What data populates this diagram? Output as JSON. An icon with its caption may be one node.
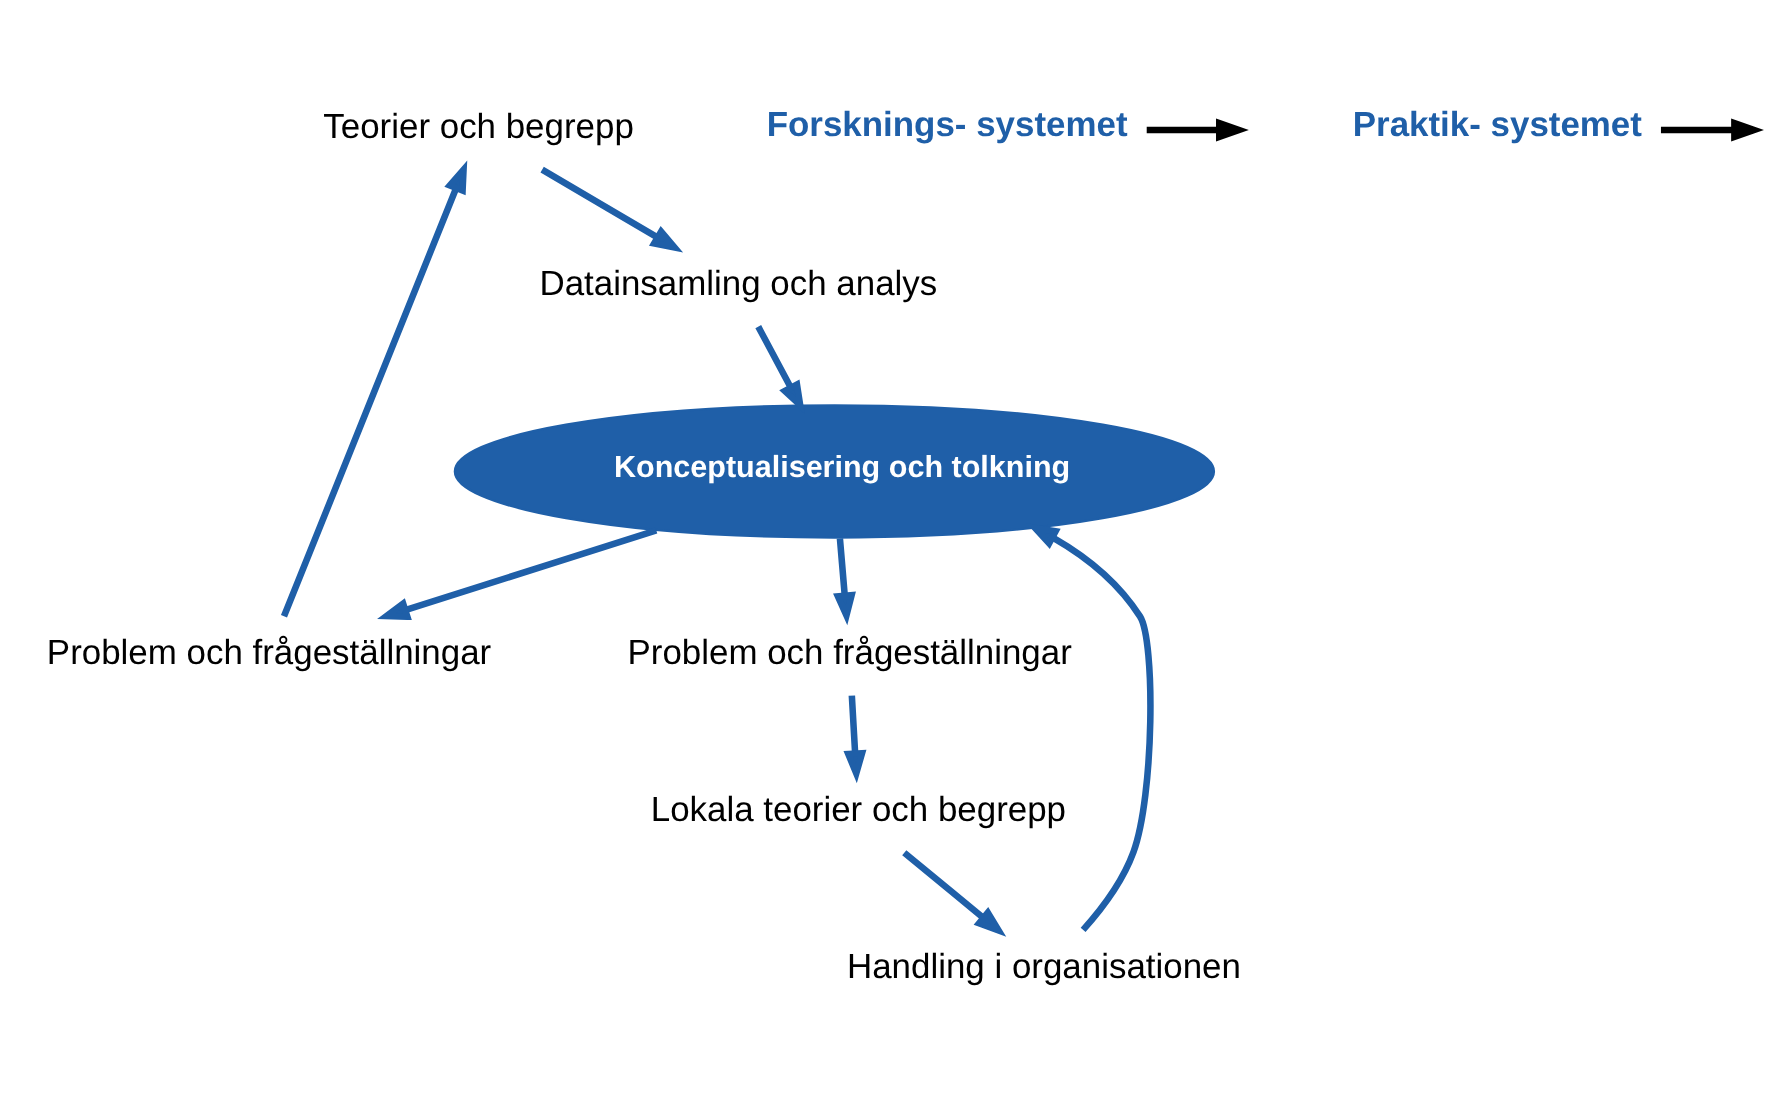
{
  "diagram": {
    "nodes": [
      {
        "text": [
          "Teorier och begrepp"
        ]
      },
      {
        "text": [
          "Problem och frågeställningar"
        ]
      },
      {
        "text": [
          "Datainsamling och analys"
        ]
      },
      {
        "text": [
          "Forsknings- systemet"
        ]
      },
      {
        "text": [
          "Praktik- systemet"
        ]
      },
      {
        "text": [
          "Konceptualisering och tolkning"
        ]
      },
      {
        "text": [
          "Problem och frågeställningar"
        ]
      },
      {
        "text": [
          "Handling i organisationen"
        ]
      },
      {
        "text": [
          "Lokala teorier och begrepp"
        ]
      }
    ],
    "edges": [
      {
        "from": 1,
        "to": 0,
        "arrow": "to"
      },
      {
        "from": 0,
        "to": 2,
        "arrow": "to"
      },
      {
        "from": 2,
        "to": 5,
        "arrow": "to"
      },
      {
        "from": 5,
        "to": 1,
        "arrow": "to"
      },
      {
        "from": 3,
        "to": null,
        "arrow": "to",
        "color": "#000000"
      },
      {
        "from": 4,
        "to": null,
        "arrow": "to",
        "color": "#000000"
      },
      {
        "from": 5,
        "to": 6,
        "arrow": "to"
      },
      {
        "from": 6,
        "to": 8,
        "arrow": "to"
      },
      {
        "from": 8,
        "to": 7,
        "arrow": "to"
      },
      {
        "from": 7,
        "to": 5,
        "arrow": "to"
      }
    ]
  }
}
